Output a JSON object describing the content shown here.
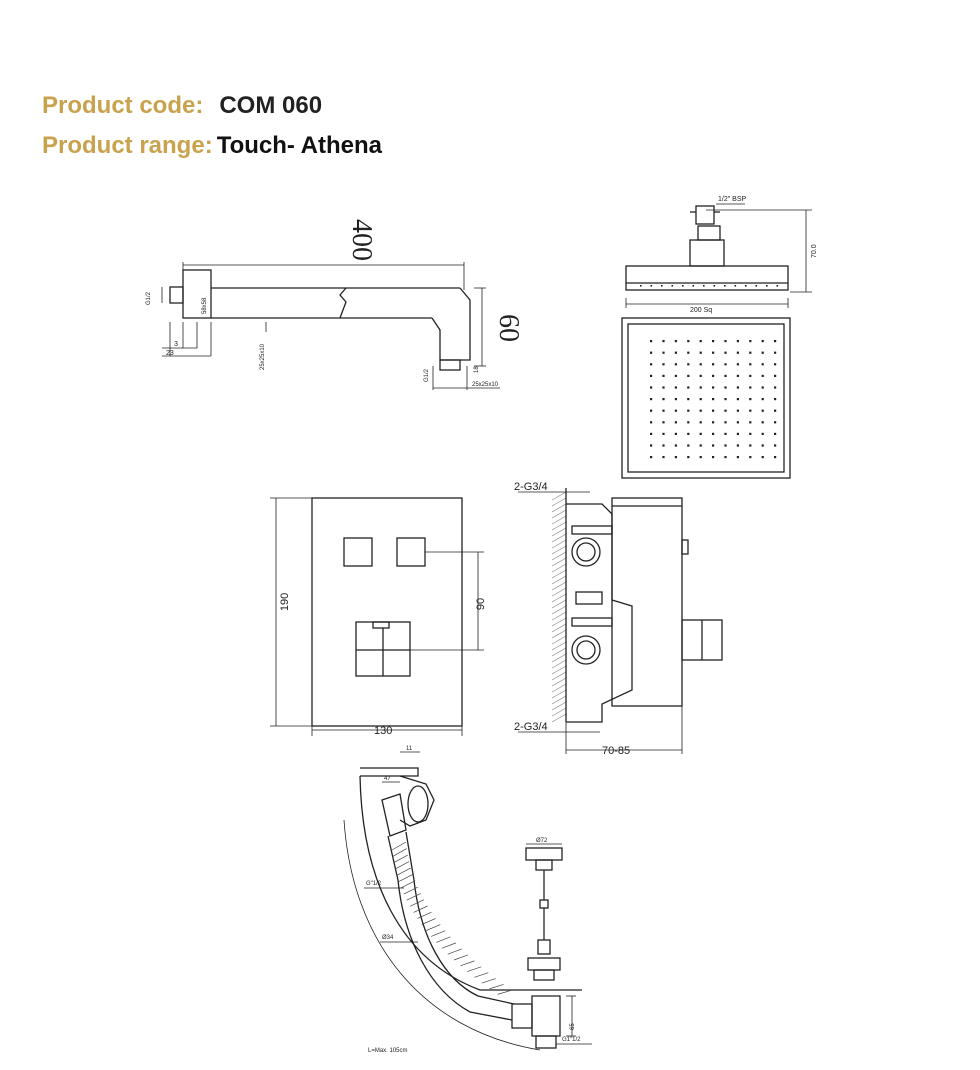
{
  "header": {
    "code_label": "Product code:",
    "code_value": "COM 060",
    "range_label": "Product range:",
    "range_value": "Touch- Athena"
  },
  "arm": {
    "length": "400",
    "drop": "60",
    "thread_left": "G1/2",
    "flange": "58x58",
    "dim_3": "3",
    "dim_23": "23",
    "section": "25x25x10",
    "thread_outlet": "G1/2",
    "dim_18": "18",
    "section_outlet": "25x25x10"
  },
  "head": {
    "bsp": "1/2\" BSP",
    "height": "70.0",
    "size": "200 Sq"
  },
  "valve_front": {
    "height": "190",
    "width": "130",
    "spacing": "90"
  },
  "valve_side": {
    "top_inlet": "2-G3/4",
    "bottom_inlet": "2-G3/4",
    "depth": "70-85"
  },
  "waste": {
    "d11": "11",
    "d47": "47",
    "g12": "G\"1/2",
    "d34": "Ø34",
    "d72": "Ø72",
    "d65": "65",
    "g1": "G1\"1/2",
    "lmax": "L=Max. 105cm"
  }
}
